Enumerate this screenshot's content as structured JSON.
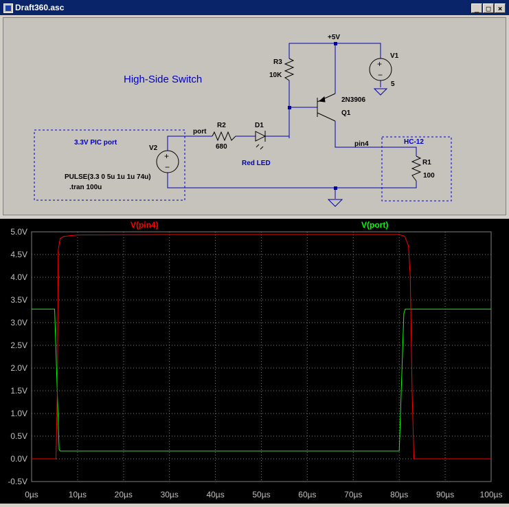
{
  "window": {
    "title": "Draft360.asc",
    "buttons": [
      {
        "name": "minimize",
        "glyph": "_"
      },
      {
        "name": "maximize",
        "glyph": "□"
      },
      {
        "name": "close",
        "glyph": "×"
      }
    ]
  },
  "schematic": {
    "title": "High-Side Switch",
    "net_labels": {
      "vcc": "+5V",
      "port": "port",
      "pin4": "pin4"
    },
    "boxes": {
      "pic": "3.3V PIC port",
      "hc12": "HC-12"
    },
    "components": {
      "r3": {
        "name": "R3",
        "value": "10K"
      },
      "q1": {
        "name": "Q1",
        "value": "2N3906"
      },
      "v1": {
        "name": "V1",
        "value": "5"
      },
      "r2": {
        "name": "R2",
        "value": "680"
      },
      "d1": {
        "name": "D1",
        "value": "Red LED"
      },
      "v2": {
        "name": "V2"
      },
      "r1": {
        "name": "R1",
        "value": "100"
      }
    },
    "directives": {
      "pulse": "PULSE(3.3 0 5u 1u 1u 74u)",
      "tran": ".tran 100u"
    }
  },
  "colors": {
    "pin4": "#ff0000",
    "port": "#00ff00",
    "label_blue": "#0000c0",
    "wire": "#0000aa"
  },
  "chart_data": {
    "type": "line",
    "xlabel": "",
    "ylabel": "",
    "xlim": [
      0,
      100
    ],
    "ylim": [
      -0.5,
      5.0
    ],
    "x_ticks": [
      "0µs",
      "10µs",
      "20µs",
      "30µs",
      "40µs",
      "50µs",
      "60µs",
      "70µs",
      "80µs",
      "90µs",
      "100µs"
    ],
    "y_ticks": [
      "5.0V",
      "4.5V",
      "4.0V",
      "3.5V",
      "3.0V",
      "2.5V",
      "2.0V",
      "1.5V",
      "1.0V",
      "0.5V",
      "0.0V",
      "-0.5V"
    ],
    "grid": true,
    "series": [
      {
        "name": "V(pin4)",
        "color": "#ff0000",
        "x": [
          0,
          5.3,
          5.6,
          5.8,
          6.2,
          7,
          10,
          30,
          60,
          80,
          81.2,
          82,
          82.4,
          82.8,
          83.2,
          100
        ],
        "y": [
          0,
          0,
          1.5,
          4.6,
          4.85,
          4.9,
          4.93,
          4.94,
          4.94,
          4.94,
          4.9,
          4.7,
          4.0,
          1.5,
          0,
          0
        ]
      },
      {
        "name": "V(port)",
        "color": "#00ff00",
        "x": [
          0,
          5,
          6,
          6.3,
          80,
          81,
          81.3,
          100
        ],
        "y": [
          3.3,
          3.3,
          0.2,
          0.17,
          0.17,
          3.2,
          3.3,
          3.3
        ]
      }
    ]
  }
}
